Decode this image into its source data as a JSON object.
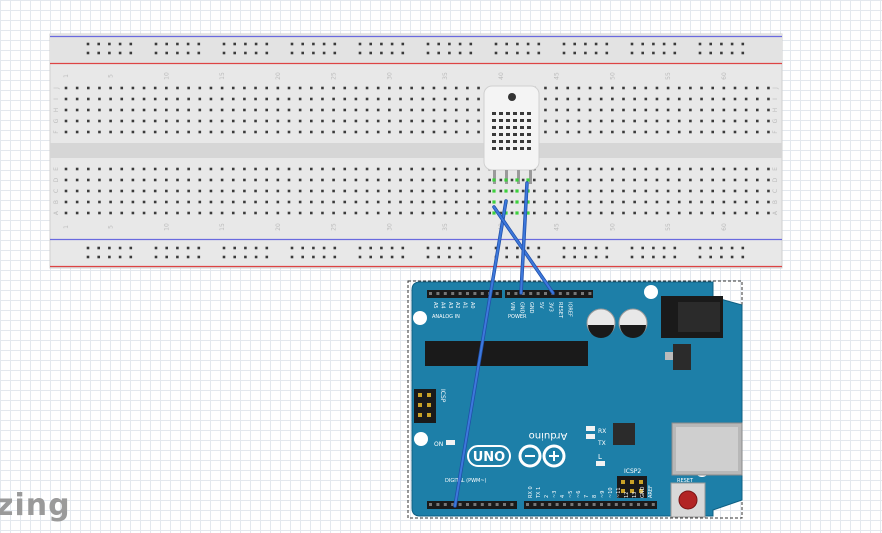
{
  "watermark": "zing",
  "breadboard": {
    "column_numbers": [
      "1",
      "5",
      "10",
      "15",
      "20",
      "25",
      "30",
      "35",
      "40",
      "45",
      "50",
      "55",
      "60"
    ],
    "row_letters_top": [
      "J",
      "I",
      "H",
      "G",
      "F"
    ],
    "row_letters_bottom": [
      "E",
      "D",
      "C",
      "B",
      "A"
    ]
  },
  "arduino": {
    "model": "UNO",
    "brand": "Arduino",
    "power_header_labels": [
      "IOREF",
      "RESET",
      "3V3",
      "5V",
      "GND",
      "GND",
      "VIN"
    ],
    "power_group_label": "POWER",
    "analog_labels": [
      "A0",
      "A1",
      "A2",
      "A3",
      "A4",
      "A5"
    ],
    "analog_group_label": "ANALOG IN",
    "digital_labels": [
      "AREF",
      "GND",
      "13",
      "12",
      "~11",
      "~10",
      "~9",
      "8",
      "7",
      "~6",
      "~5",
      "4",
      "~3",
      "2",
      "TX 1",
      "RX 0"
    ],
    "digital_group_label": "DIGITAL (PWM~)",
    "icsp_label": "ICSP",
    "icsp2_label": "ICSP2",
    "led_labels": [
      "L",
      "TX",
      "RX"
    ],
    "on_label": "ON",
    "reset_label": "RESET"
  },
  "colors": {
    "wire": "#3568d0",
    "wire_dark": "#1f4fa8",
    "board": "#1d7fa8",
    "breadboard": "#e6e6e6",
    "rail_red": "#d44",
    "rail_blue": "#55e"
  }
}
